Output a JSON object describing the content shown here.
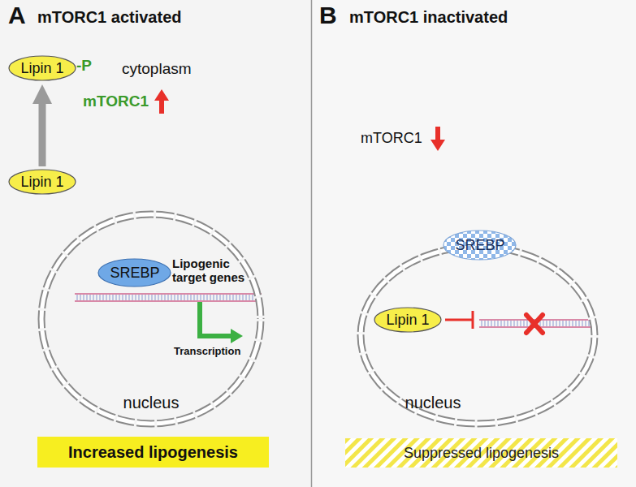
{
  "diagram": {
    "nodes": [
      {
        "text": [
          "Lipin 1",
          "-P"
        ]
      },
      {
        "text": [
          "Lipin 1"
        ]
      },
      {
        "text": [
          "nucleus"
        ]
      },
      {
        "text": [
          "SREBP"
        ],
        "in": 2
      },
      {
        "text": [
          "Increased lipogenesis"
        ]
      },
      {
        "text": [
          "nucleus"
        ]
      },
      {
        "text": [
          "SREBP"
        ],
        "in": 5
      },
      {
        "text": [
          "Lipin 1"
        ],
        "in": 5
      },
      {
        "text": [
          "Suppressed lipogenesis"
        ]
      }
    ],
    "edges": [
      {
        "from": 1,
        "to": 0,
        "arrow": "to",
        "label": "mTORC1"
      }
    ],
    "labels": [
      "A",
      "mTORC1 activated",
      "cytoplasm",
      "Lipogenic target genes",
      "Transcription",
      "B",
      "mTORC1 inactivated",
      "mTORC1"
    ]
  }
}
